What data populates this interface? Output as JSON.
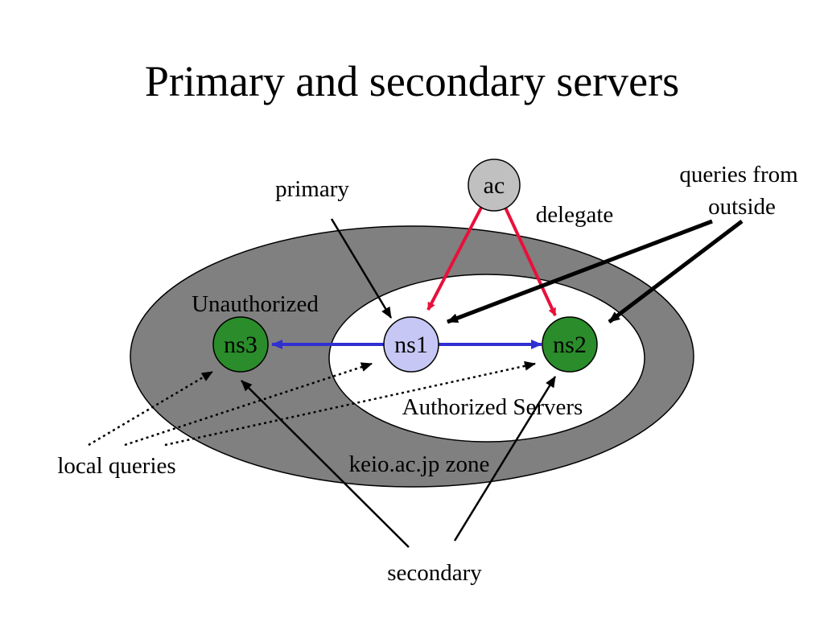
{
  "title": "Primary and secondary servers",
  "colors": {
    "zone_fill": "#808080",
    "inner_fill": "#ffffff",
    "ac_node": "#c0c0c0",
    "primary_node": "#c7c7f5",
    "secondary_node": "#2a8c2a",
    "delegate_arrow": "#e8103a",
    "transfer_arrow": "#3030d0",
    "annotation_arrow": "#000000"
  },
  "nodes": {
    "ac": "ac",
    "ns1": "ns1",
    "ns2": "ns2",
    "ns3": "ns3"
  },
  "labels": {
    "primary": "primary",
    "delegate": "delegate",
    "queries_from_line1": "queries from",
    "queries_from_line2": "outside",
    "unauthorized": "Unauthorized",
    "authorized_servers": "Authorized Servers",
    "zone": "keio.ac.jp zone",
    "local_queries": "local queries",
    "secondary": "secondary"
  }
}
